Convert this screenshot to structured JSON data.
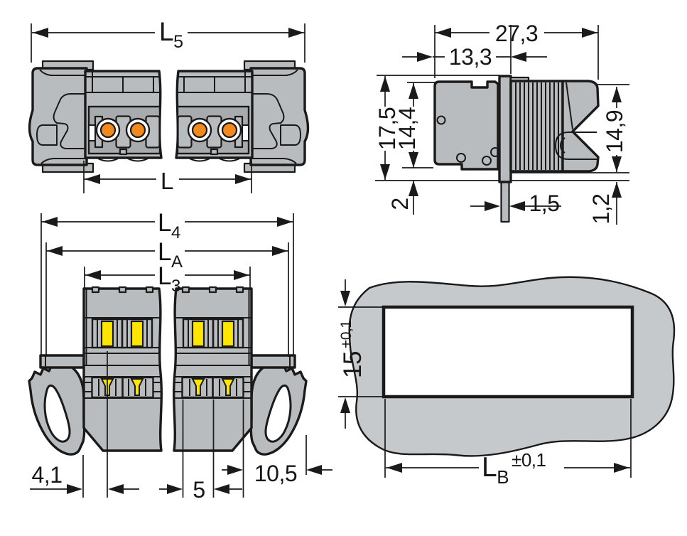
{
  "drawing_type": "connector-dimensional-drawing",
  "colors": {
    "body_gray": "#b8bcbe",
    "recess_gray": "#a7abad",
    "panel_gray": "#c6c9cb",
    "contact_orange": "#f0891e",
    "contact_yellow": "#ffe600",
    "line_black": "#1a1a1a",
    "background": "#ffffff"
  },
  "views": {
    "top": {
      "label": "top-view",
      "dim_L5": {
        "main": "L",
        "sub": "5"
      },
      "dim_L": {
        "main": "L"
      }
    },
    "side": {
      "label": "side-view",
      "dim_width": "27,3",
      "dim_width_inner": "13,3",
      "dim_height_total": "17,5",
      "dim_height_body": "14,4",
      "dim_height_right": "14,9",
      "dim_below_panel": "2",
      "dim_flange_thickness": "1,5",
      "dim_gap": "1,2"
    },
    "front": {
      "label": "front-view",
      "dim_L4": {
        "main": "L",
        "sub": "4"
      },
      "dim_LA": {
        "main": "L",
        "sub": "A"
      },
      "dim_L3": {
        "main": "L",
        "sub": "3"
      },
      "dim_edge": "4,1",
      "dim_pitch": "5",
      "dim_end": "10,5"
    },
    "cutout": {
      "label": "panel-cutout-view",
      "dim_height": {
        "value": "15",
        "tol": "+0,1"
      },
      "dim_LB": {
        "main": "L",
        "sub": "B",
        "tol": "±0,1"
      }
    }
  }
}
